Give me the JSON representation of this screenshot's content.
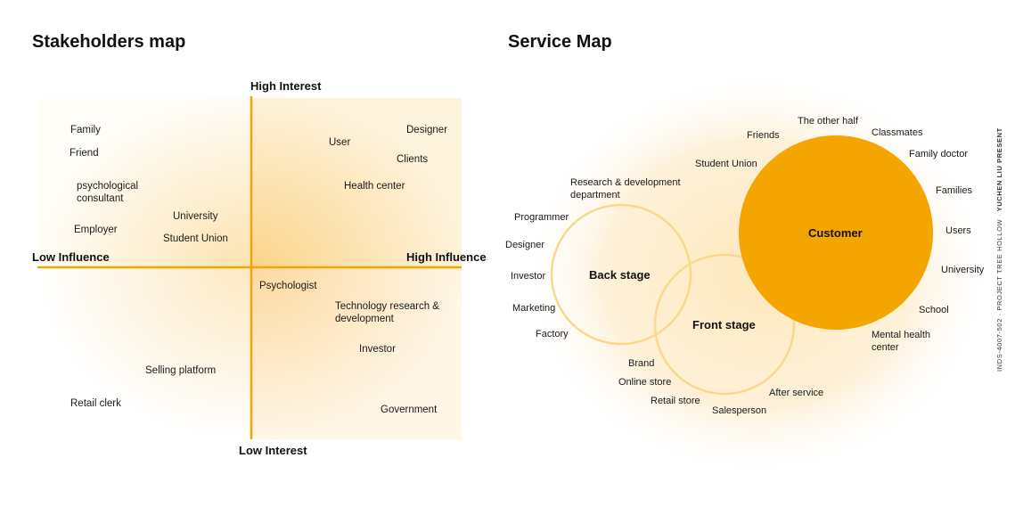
{
  "stakeholders": {
    "title": "Stakeholders map",
    "axes": {
      "top": "High Interest",
      "bottom": "Low Interest",
      "left": "Low Influence",
      "right": "High Influence"
    },
    "quadrants": {
      "high_interest_low_influence": [
        "Family",
        "Friend",
        "psychological consultant",
        "Employer",
        "University",
        "Student Union"
      ],
      "high_interest_high_influence": [
        "User",
        "Designer",
        "Clients",
        "Health center"
      ],
      "low_interest_low_influence": [
        "Selling platform",
        "Retail clerk"
      ],
      "low_interest_high_influence": [
        "Psychologist",
        "Technology research & development",
        "Investor",
        "Government"
      ]
    }
  },
  "service_map": {
    "title": "Service Map",
    "circles": {
      "back_stage": "Back stage",
      "front_stage": "Front stage",
      "customer": "Customer"
    },
    "labels": {
      "research": "Research & development department",
      "programmer": "Programmer",
      "designer": "Designer",
      "investor": "Investor",
      "marketing": "Marketing",
      "factory": "Factory",
      "brand": "Brand",
      "online_store": "Online store",
      "retail_store": "Retail store",
      "salesperson": "Salesperson",
      "after_service": "After service",
      "student_union": "Student Union",
      "friends": "Friends",
      "other_half": "The other half",
      "classmates": "Classmates",
      "family_doctor": "Family doctor",
      "families": "Families",
      "users": "Users",
      "university": "University",
      "school": "School",
      "mental_health": "Mental health center"
    }
  },
  "credit": {
    "prefix": "INDS-4007-502 · PROJECT TREE HOLLOW · ",
    "author": "YUCHEN LIU PRESENT"
  },
  "colors": {
    "accent": "#f5a500",
    "glow": "#fde6b5",
    "ring": "#f8d98c"
  }
}
